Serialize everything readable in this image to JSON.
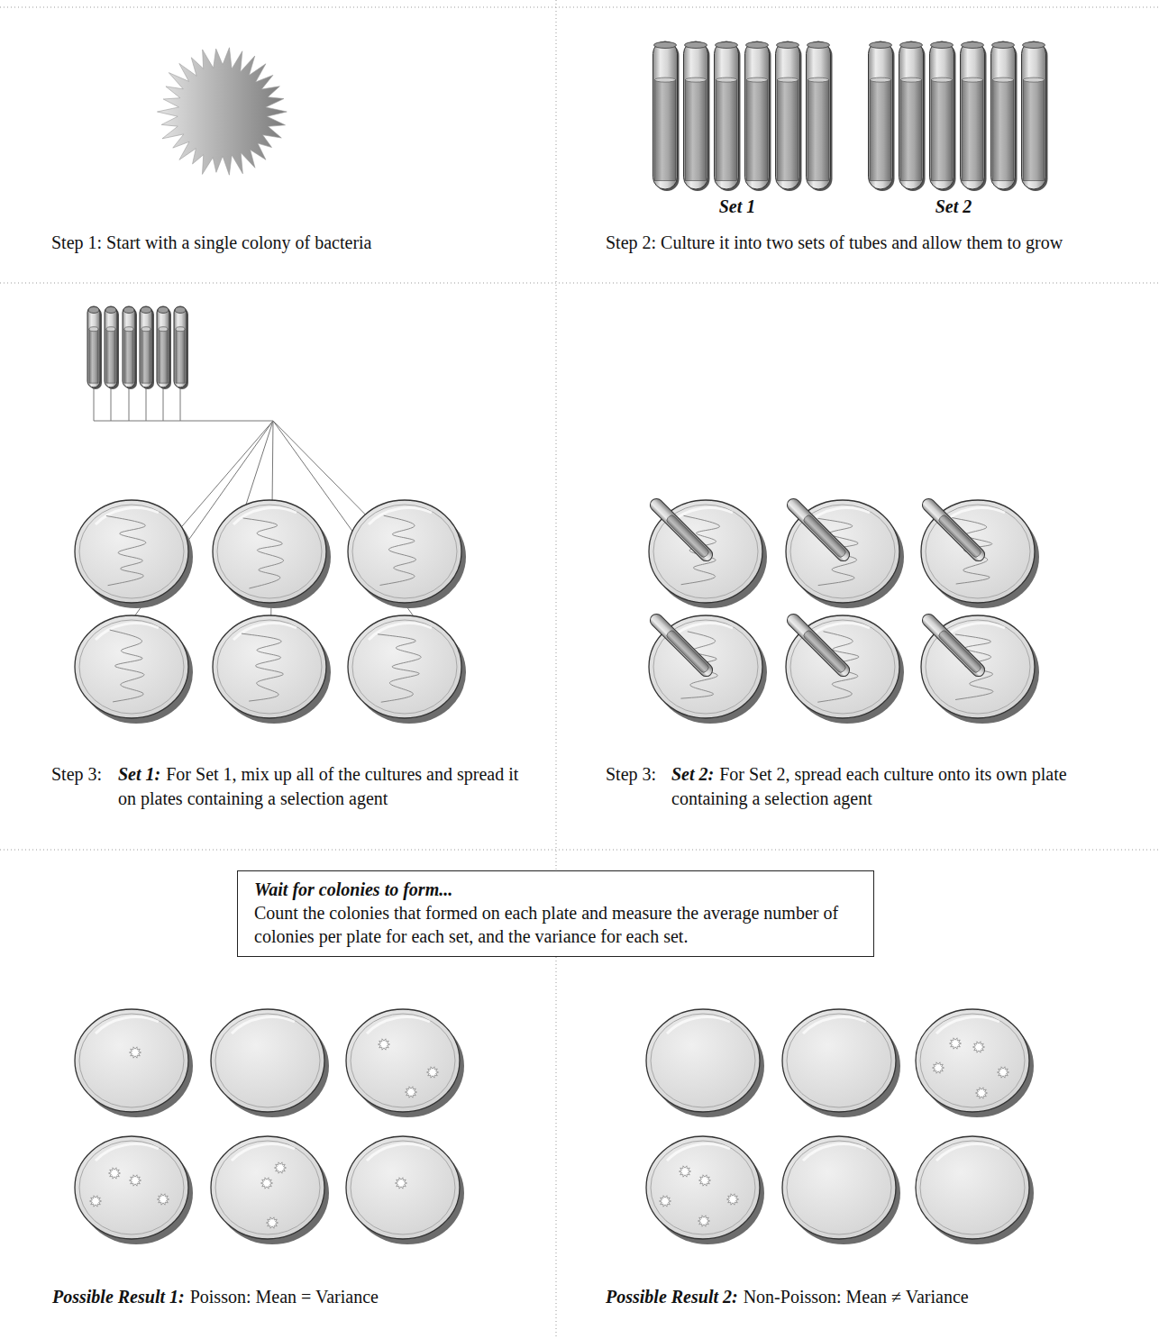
{
  "diagram": {
    "nodes": [
      {
        "text": [
          "Wait for colonies to form...",
          "Count the colonies that formed on each plate and measure the average number of colonies per plate for each set, and the variance for each set."
        ]
      }
    ],
    "labels": [
      "Step 1: Start with a single colony of bacteria",
      "Set 1",
      "Set 2",
      "Step 2: Culture it into two sets of tubes and allow them to grow",
      "Step 3:",
      "Set 1:",
      "For Set 1, mix up all of the cultures and spread it on plates containing a selection agent",
      "Step 3:",
      "Set 2:",
      "For Set 2, spread each culture onto its own plate containing a selection agent",
      "Possible Result 1:",
      "Poisson: Mean = Variance",
      "Possible Result 2:",
      "Non-Poisson: Mean ≠ Variance"
    ]
  }
}
